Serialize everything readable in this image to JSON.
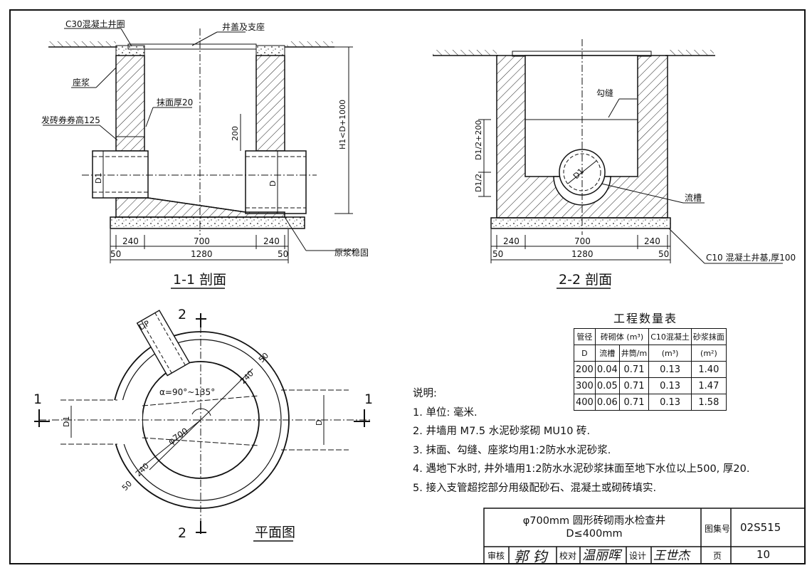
{
  "section_1": {
    "title": "1-1 剖面",
    "labels": {
      "ring": "C30混凝土井圈",
      "cover": "井盖及支座",
      "seat": "座浆",
      "plaster": "抹面厚20",
      "arch": "发砖券券高125",
      "h200": "200",
      "height": "H1<D+1000",
      "d1": "D1",
      "d": "D",
      "mortar_ring": "原浆稳固"
    },
    "dims_top": [
      "240",
      "700",
      "240"
    ],
    "dims_bottom": [
      "50",
      "1280",
      "50"
    ]
  },
  "section_2": {
    "title": "2-2 剖面",
    "labels": {
      "joint": "勾缝",
      "dh": "D1/2+200",
      "d2": "D1/2",
      "d1": "D1",
      "channel": "流槽",
      "base": "C10 混凝土井基,厚100"
    },
    "dims_top": [
      "240",
      "700",
      "240"
    ],
    "dims_bottom": [
      "50",
      "1280",
      "50"
    ]
  },
  "plan": {
    "title": "平面图",
    "cut_2": "2",
    "cut_1": "1",
    "angle": "α=90°~135°",
    "dia": "φ700",
    "w240": "240",
    "w50": "50",
    "d1": "D1",
    "d": "D",
    "dp": "DP"
  },
  "quantities": {
    "title": "工程数量表",
    "headers": {
      "pipe": "管径",
      "pipe_d": "D",
      "brick": "砖砌体 (m³)",
      "channel": "流槽",
      "well": "井筒/m",
      "concrete": "C10混凝土",
      "concrete_u": "(m³)",
      "plaster": "砂浆抹面",
      "plaster_u": "(m²)"
    },
    "rows": [
      [
        "200",
        "0.04",
        "0.71",
        "0.13",
        "1.40"
      ],
      [
        "300",
        "0.05",
        "0.71",
        "0.13",
        "1.47"
      ],
      [
        "400",
        "0.06",
        "0.71",
        "0.13",
        "1.58"
      ]
    ]
  },
  "notes": {
    "heading": "说明:",
    "items": [
      "1. 单位: 毫米.",
      "2. 井墙用 M7.5 水泥砂浆砌 MU10 砖.",
      "3. 抹面、勾缝、座浆均用1:2防水水泥砂浆.",
      "4. 遇地下水时, 井外墙用1:2防水水泥砂浆抹面至地下水位以上500, 厚20.",
      "5. 接入支管超挖部分用级配砂石、混凝土或砌砖填实."
    ]
  },
  "title_block": {
    "name_line1": "φ700mm 圆形砖砌雨水检查井",
    "name_line2": "D≤400mm",
    "atlas_label": "图集号",
    "atlas_no": "02S515",
    "review": "审核",
    "review_sig": "郭 钧",
    "check": "校对",
    "check_sig": "温丽晖",
    "design": "设计",
    "design_sig": "王世杰",
    "page_label": "页",
    "page_no": "10"
  }
}
